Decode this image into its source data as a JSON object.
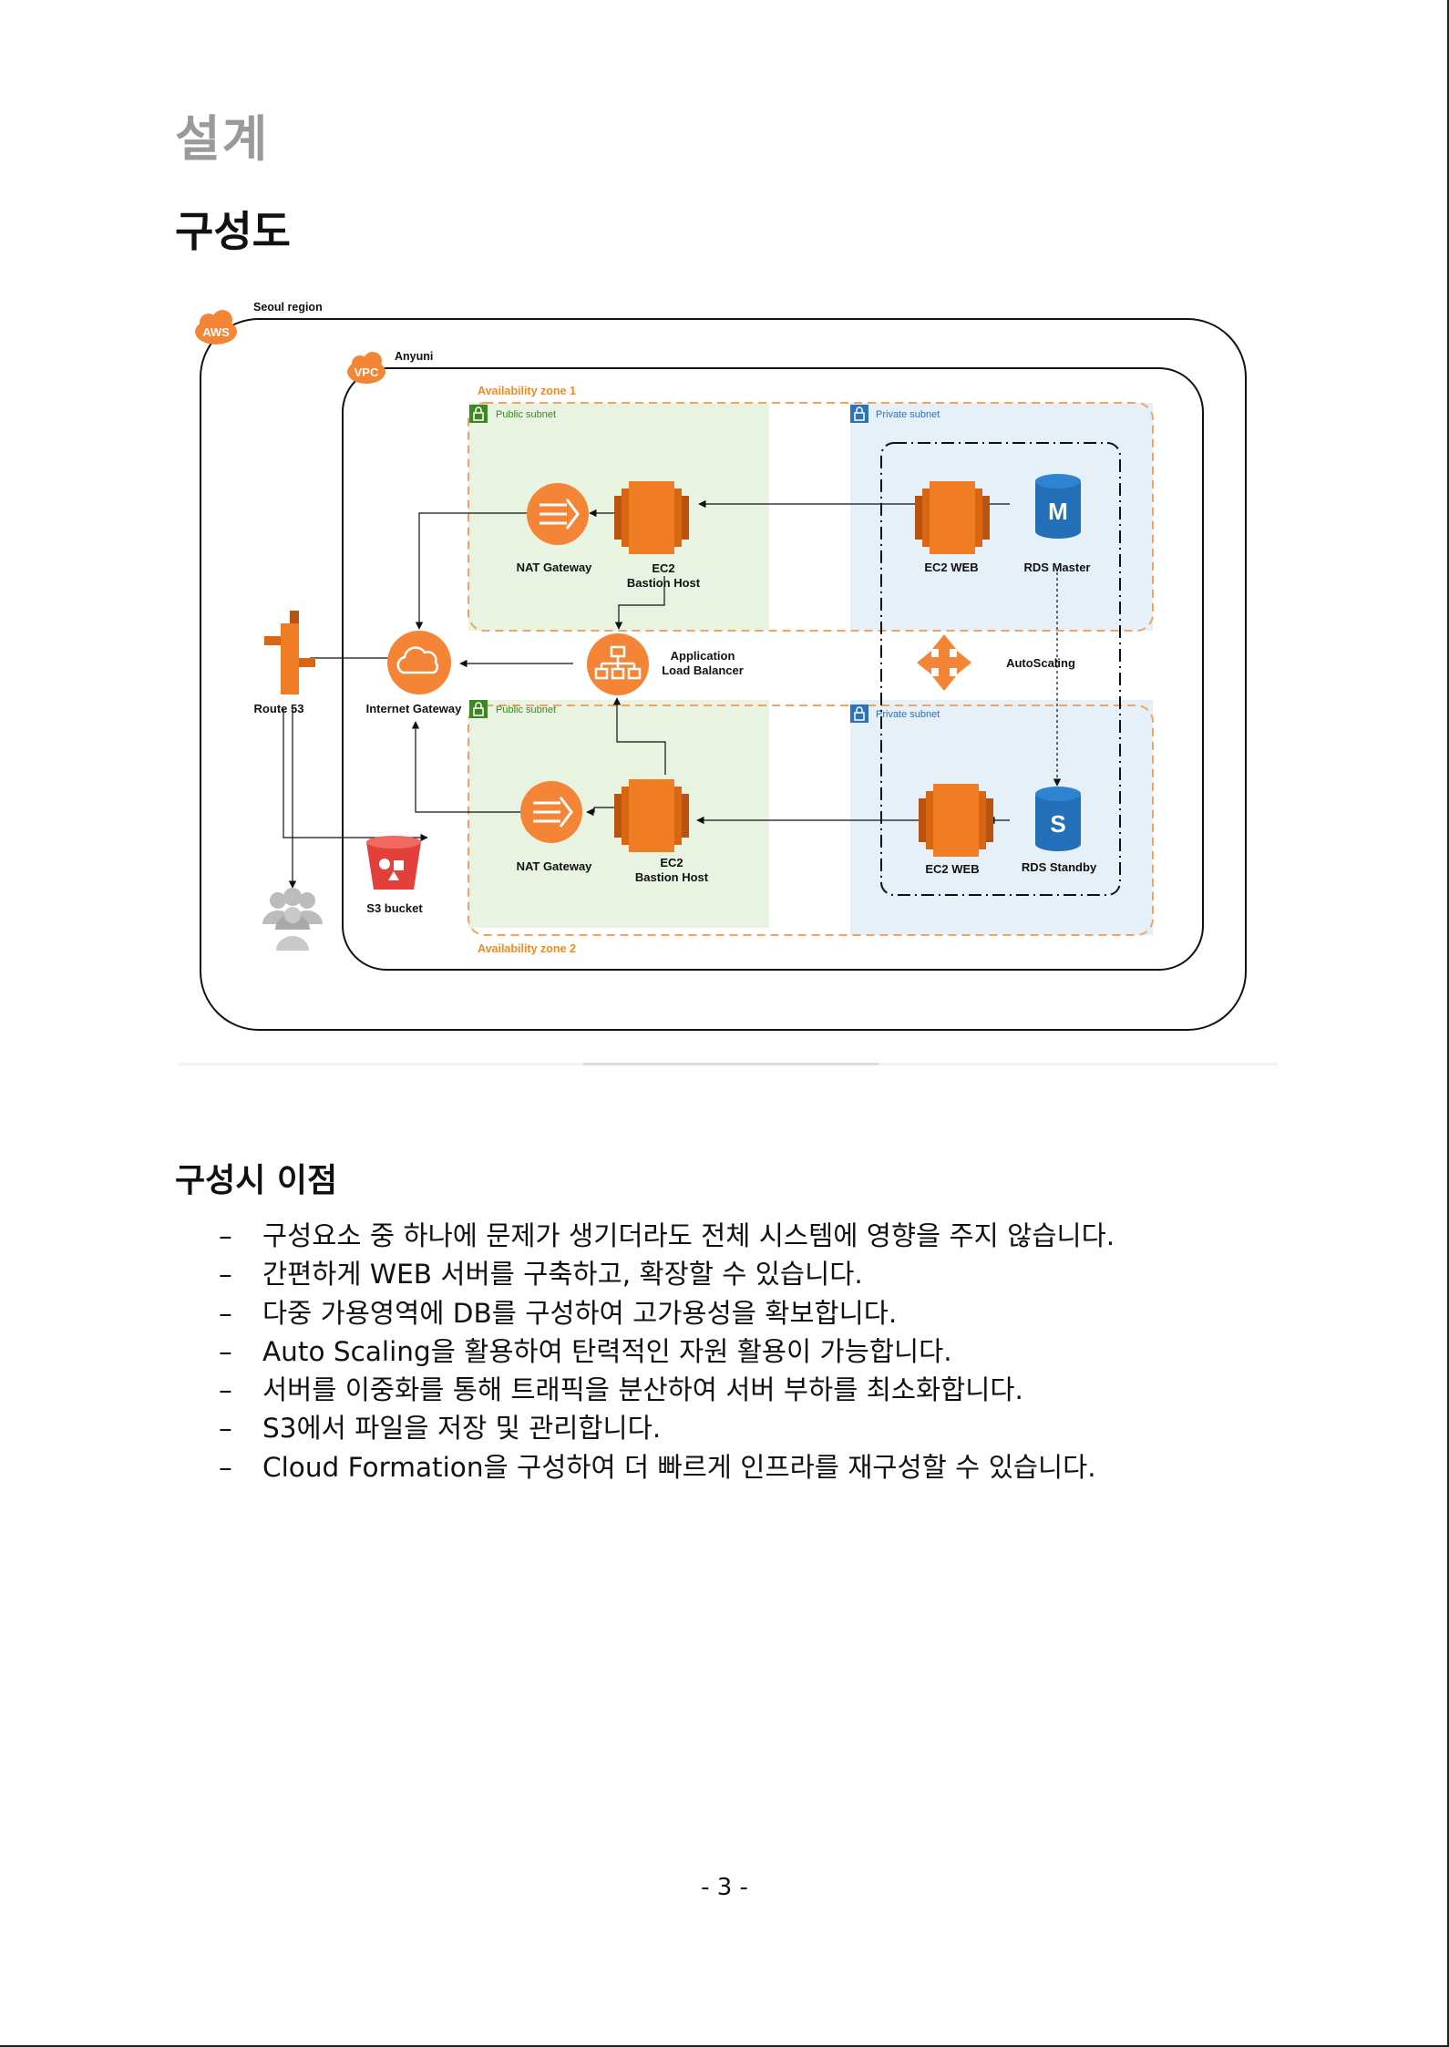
{
  "document": {
    "section_title": "설계",
    "subsection_title": "구성도",
    "benefits_title": "구성시 이점",
    "benefits": [
      "구성요소 중 하나에 문제가 생기더라도 전체 시스템에 영향을 주지 않습니다.",
      "간편하게 WEB 서버를 구축하고, 확장할 수 있습니다.",
      "다중 가용영역에 DB를 구성하여 고가용성을 확보합니다.",
      "Auto Scaling을 활용하여 탄력적인 자원 활용이 가능합니다.",
      "서버를 이중화를 통해 트래픽을 분산하여 서버 부하를 최소화합니다.",
      "S3에서 파일을 저장 및 관리합니다.",
      "Cloud Formation을 구성하여 더 빠르게 인프라를 재구성할 수 있습니다."
    ],
    "bullet_marker": "–",
    "page_number": "- 3 -"
  },
  "diagram": {
    "region_badge": "AWS",
    "region_label": "Seoul region",
    "vpc_badge": "VPC",
    "vpc_label": "Anyuni",
    "zone1_label": "Availability zone 1",
    "zone2_label": "Availability zone 2",
    "public_subnet_label": "Public subnet",
    "private_subnet_label": "Private subnet",
    "nat_gateway": "NAT Gateway",
    "ec2_bastion_line1": "EC2",
    "ec2_bastion_line2": "Bastion Host",
    "ec2_web": "EC2 WEB",
    "rds_master": "RDS Master",
    "rds_master_glyph": "M",
    "rds_standby": "RDS Standby",
    "rds_standby_glyph": "S",
    "alb_line1": "Application",
    "alb_line2": "Load Balancer",
    "autoscaling": "AutoScaling",
    "route53": "Route 53",
    "internet_gateway": "Internet Gateway",
    "s3_bucket": "S3 bucket",
    "colors": {
      "aws_orange": "#f58536",
      "ec2_orange": "#f07c23",
      "public_subnet_fill": "#e9f3e2",
      "private_subnet_fill": "#e5f0f8",
      "zone_dash": "#f4a261",
      "rds_blue": "#2470b8",
      "s3_red": "#e2403a",
      "users_gray": "#bcbcbc"
    },
    "icons": [
      "aws-cloud-icon",
      "vpc-cloud-icon",
      "lock-icon",
      "nat-gateway-icon",
      "ec2-instance-icon",
      "rds-database-icon",
      "load-balancer-icon",
      "autoscaling-arrows-icon",
      "route53-icon",
      "internet-gateway-cloud-icon",
      "s3-bucket-icon",
      "users-icon"
    ]
  }
}
